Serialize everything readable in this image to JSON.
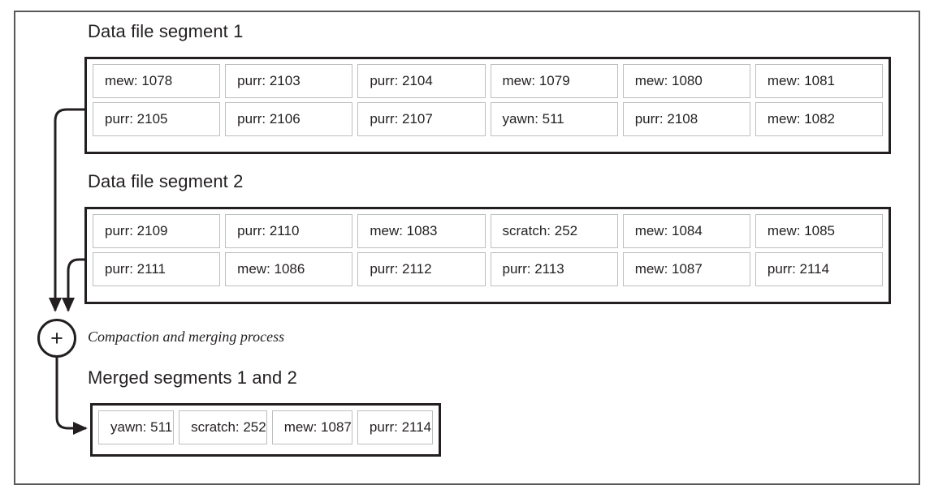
{
  "diagram": {
    "title_sections": {
      "segment1": "Data file segment 1",
      "segment2": "Data file segment 2",
      "merged": "Merged segments 1 and 2"
    },
    "process_label": "Compaction and merging process",
    "plus_symbol": "+",
    "colors": {
      "frame_border": "#58595b",
      "box_border": "#231f20",
      "cell_border": "#bcbec0",
      "text": "#231f20",
      "background": "#ffffff"
    },
    "segments": [
      {
        "name": "segment-1",
        "rows": [
          [
            "mew: 1078",
            "purr: 2103",
            "purr: 2104",
            "mew: 1079",
            "mew: 1080",
            "mew: 1081"
          ],
          [
            "purr: 2105",
            "purr: 2106",
            "purr: 2107",
            "yawn: 511",
            "purr: 2108",
            "mew: 1082"
          ]
        ]
      },
      {
        "name": "segment-2",
        "rows": [
          [
            "purr: 2109",
            "purr: 2110",
            "mew: 1083",
            "scratch: 252",
            "mew: 1084",
            "mew: 1085"
          ],
          [
            "purr: 2111",
            "mew: 1086",
            "purr: 2112",
            "purr: 2113",
            "mew: 1087",
            "purr: 2114"
          ]
        ]
      }
    ],
    "merged_segment": {
      "name": "merged-segment",
      "rows": [
        [
          "yawn: 511",
          "scratch: 252",
          "mew: 1087",
          "purr: 2114"
        ]
      ]
    }
  }
}
